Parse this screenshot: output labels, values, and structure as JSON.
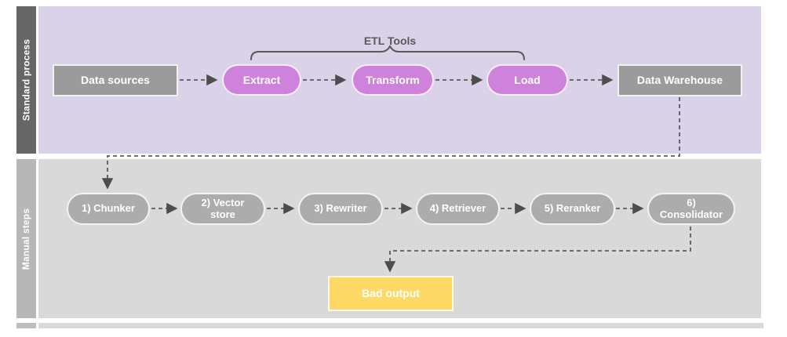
{
  "lanes": {
    "standard_process": {
      "label": "Standard process",
      "bar_color": "#666669",
      "bg_color": "#D9D2E9"
    },
    "manual_steps": {
      "label": "Manual steps",
      "bar_color": "#B7B7B7",
      "bg_color": "#D9D9D9"
    }
  },
  "bracket": {
    "label": "ETL Tools"
  },
  "nodes": {
    "data_sources": "Data sources",
    "extract": "Extract",
    "transform": "Transform",
    "load": "Load",
    "data_warehouse": "Data Warehouse",
    "chunker": "1) Chunker",
    "vector_store": "2) Vector store",
    "rewriter": "3) Rewriter",
    "retriever": "4) Retriever",
    "reranker": "5) Reranker",
    "consolidator": "6) Consolidator",
    "bad_output": "Bad output"
  },
  "colors": {
    "etl_pill": "#CE82DB",
    "process_box": "#9B9B9B",
    "manual_pill": "#ACACAC",
    "bad_output_box": "#FFD966",
    "connector": "#595959",
    "node_text": "#FFFFFF",
    "bracket_text": "#595959"
  },
  "edges": [
    "Data sources → Extract",
    "Extract → Transform",
    "Transform → Load",
    "Load → Data Warehouse",
    "Data Warehouse → 1) Chunker",
    "1) Chunker → 2) Vector store",
    "2) Vector store → 3) Rewriter",
    "3) Rewriter → 4) Retriever",
    "4) Retriever → 5) Reranker",
    "5) Reranker → 6) Consolidator",
    "6) Consolidator → Bad output"
  ]
}
